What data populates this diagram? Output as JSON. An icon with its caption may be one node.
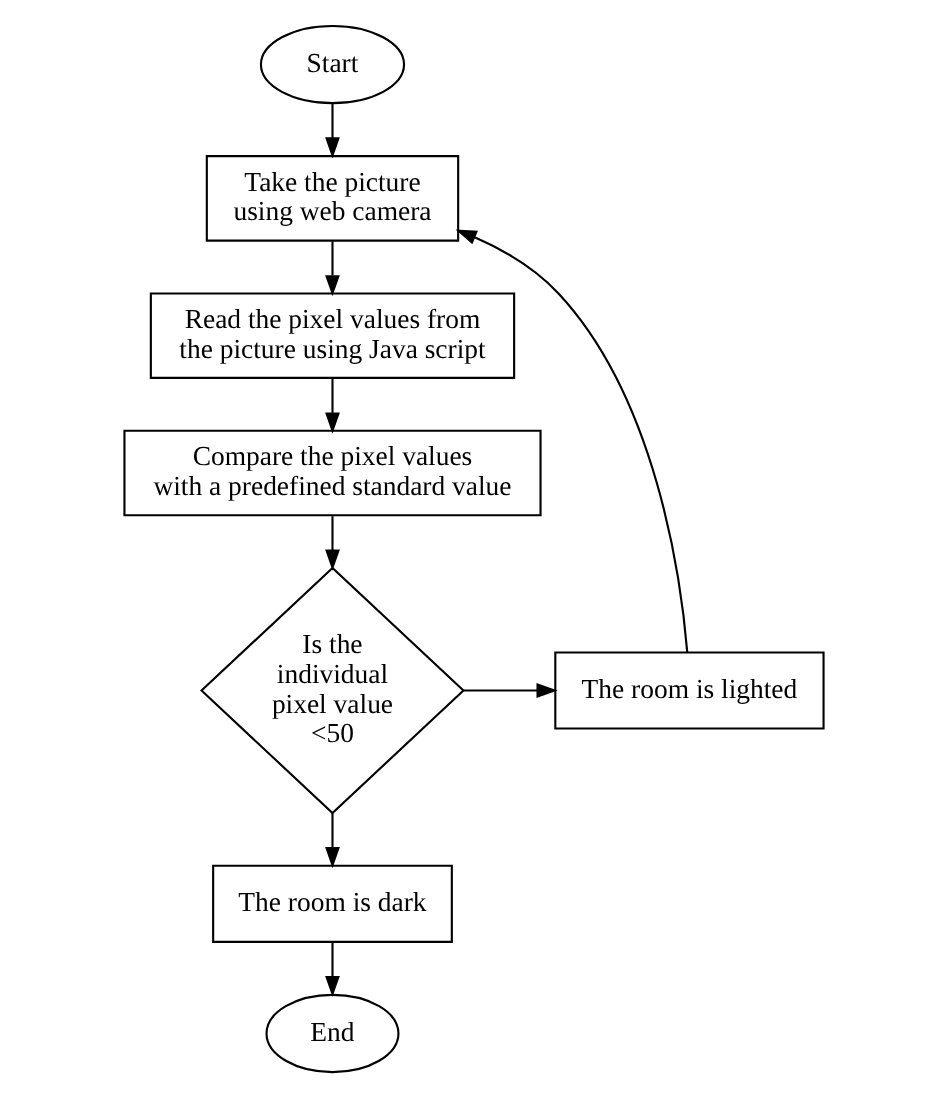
{
  "diagram": {
    "nodes": [
      {
        "text": [
          "Start"
        ]
      },
      {
        "text": [
          "Take the picture using web camera"
        ]
      },
      {
        "text": [
          "Read the pixel values from the picture using Java script"
        ]
      },
      {
        "text": [
          "Compare the pixel values with a predefined standard value"
        ]
      },
      {
        "text": [
          "Is the individual pixel value <50"
        ]
      },
      {
        "text": [
          "The room is lighted"
        ]
      },
      {
        "text": [
          "The room is dark"
        ]
      },
      {
        "text": [
          "End"
        ]
      }
    ],
    "edges": [
      {
        "from": 0,
        "to": 1,
        "arrow": "to"
      },
      {
        "from": 1,
        "to": 2,
        "arrow": "to"
      },
      {
        "from": 2,
        "to": 3,
        "arrow": "to"
      },
      {
        "from": 3,
        "to": 4,
        "arrow": "to"
      },
      {
        "from": 4,
        "to": 5,
        "arrow": "to"
      },
      {
        "from": 5,
        "to": 1,
        "arrow": "to"
      },
      {
        "from": 4,
        "to": 6,
        "arrow": "to"
      },
      {
        "from": 6,
        "to": 7,
        "arrow": "to"
      }
    ]
  }
}
